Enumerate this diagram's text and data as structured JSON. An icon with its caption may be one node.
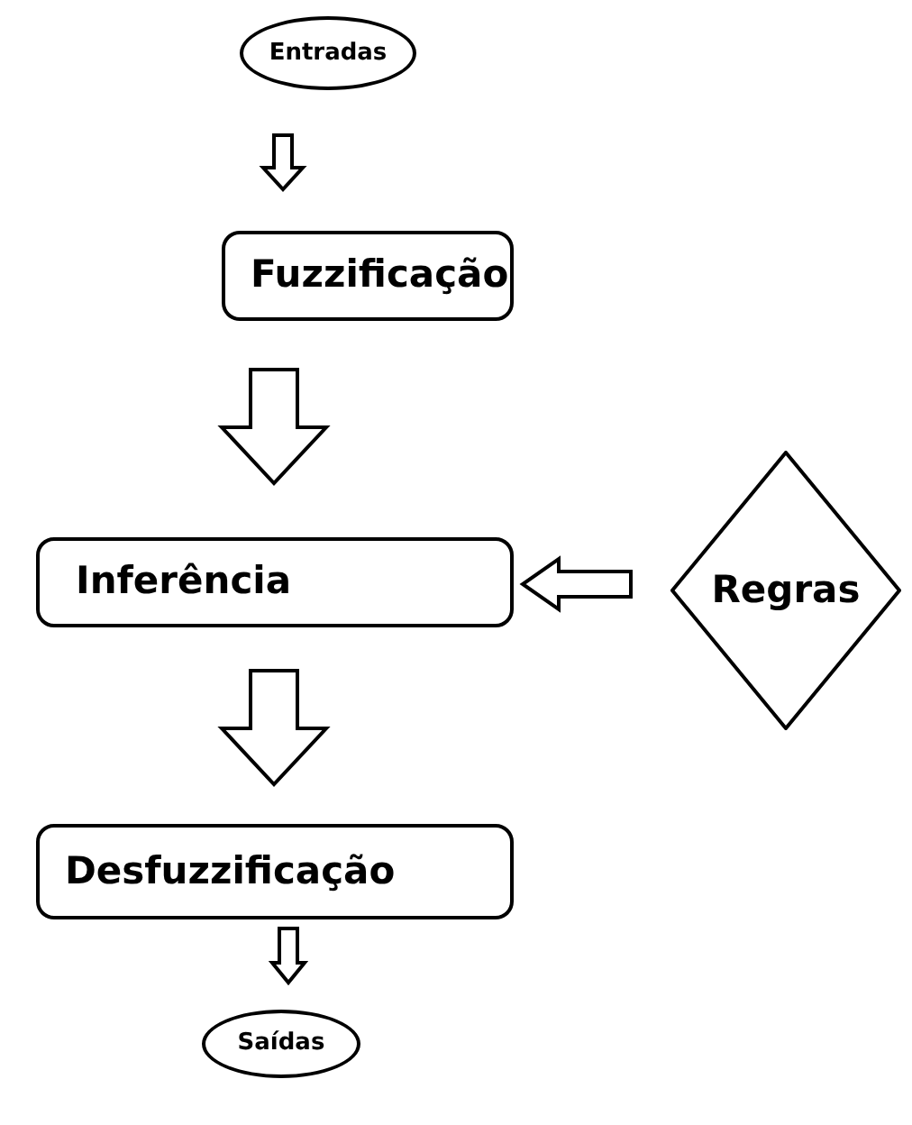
{
  "diagram": {
    "nodes": [
      {
        "text": [
          "Entradas"
        ]
      },
      {
        "text": [
          "Fuzzificação"
        ]
      },
      {
        "text": [
          "Inferência"
        ]
      },
      {
        "text": [
          "Regras"
        ]
      },
      {
        "text": [
          "Desfuzzificação"
        ]
      },
      {
        "text": [
          "Saídas"
        ]
      }
    ],
    "edges": [
      {
        "from": 0,
        "to": 1,
        "arrow": "to"
      },
      {
        "from": 1,
        "to": 2,
        "arrow": "to"
      },
      {
        "from": 3,
        "to": 2,
        "arrow": "to"
      },
      {
        "from": 2,
        "to": 4,
        "arrow": "to"
      },
      {
        "from": 4,
        "to": 5,
        "arrow": "to"
      }
    ]
  }
}
